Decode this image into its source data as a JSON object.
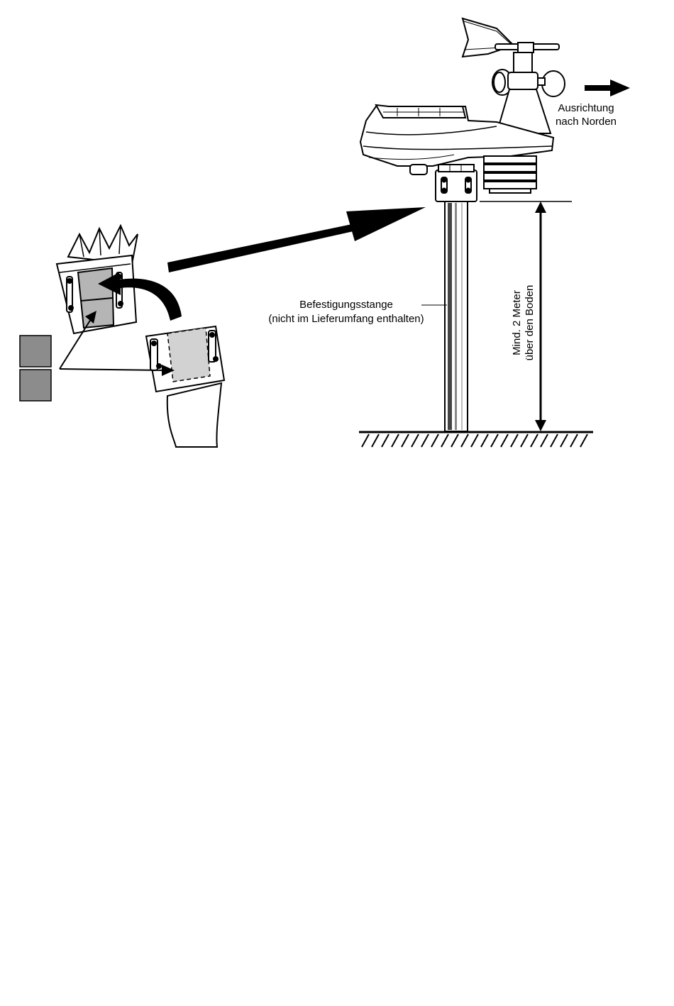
{
  "labels": {
    "north_line1": "Ausrichtung",
    "north_line2": "nach Norden",
    "pole_line1": "Befestigungsstange",
    "pole_line2": "(nicht im Lieferumfang enthalten)",
    "height_line1": "Mind. 2 Meter",
    "height_line2": "über den Boden"
  },
  "colors": {
    "line": "#000000",
    "fill_gray": "#b5b5b5",
    "pad_gray": "#8c8c8c",
    "background": "#ffffff"
  }
}
